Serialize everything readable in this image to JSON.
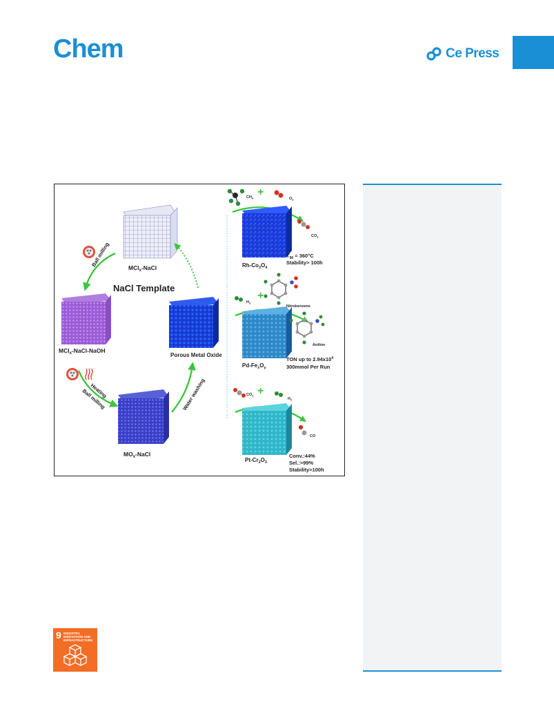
{
  "journal": {
    "name": "Chem"
  },
  "publisher": {
    "name": "Ce  Press"
  },
  "figure": {
    "center_title": "NaCl Template",
    "cycle_labels": {
      "precursor_top": "MCl",
      "precursor_top_sub": "x",
      "precursor_top_suffix": "-NaCl",
      "precursor_left": "MCl",
      "precursor_left_sub": "x",
      "precursor_left_suffix": "-NaCl-NaOH",
      "bottom": "MO",
      "bottom_sub": "x",
      "bottom_suffix": "-NaCl",
      "right": "Porous Metal Oxide"
    },
    "steps": {
      "ball_milling_1": "Ball milling",
      "ball_milling_2": "Ball milling",
      "heating": "Heating",
      "water_washing": "Water washing"
    },
    "reactions": [
      {
        "reactant_1": "CH",
        "reactant_1_sub": "4",
        "reactant_2": "O",
        "reactant_2_sub": "2",
        "product": "CO",
        "product_sub": "2",
        "catalyst": "Rh-Co",
        "catalyst_sub1": "3",
        "catalyst_mid": "O",
        "catalyst_sub2": "4",
        "result_1_prefix": "T",
        "result_1_sub": "90",
        "result_1_suffix": " = 360°C",
        "result_2": "Stability> 100h"
      },
      {
        "reactant_1": "H",
        "reactant_1_sub": "2",
        "reactant_2": "Nitrobenzene",
        "product": "Aniline",
        "catalyst": "Pd-Fe",
        "catalyst_sub1": "x",
        "catalyst_mid": "O",
        "catalyst_sub2": "y",
        "result_1_prefix": "TON up to 2.94x10",
        "result_1_sup": "4",
        "result_2": "300mmol Per Run"
      },
      {
        "reactant_1": "CO",
        "reactant_1_sub": "2",
        "reactant_2": "H",
        "reactant_2_sub": "2",
        "product": "CO",
        "catalyst": "Pt-Cr",
        "catalyst_sub1": "2",
        "catalyst_mid": "O",
        "catalyst_sub2": "3",
        "result_1": "Conv.:44%",
        "result_2": "Sel.:>99%",
        "result_3": "Stability>100h"
      }
    ],
    "plus": "+"
  },
  "sdg": {
    "number": "9",
    "text": "Industry, innovation and infrastructure",
    "color": "#f36d25"
  },
  "colors": {
    "brand_blue": "#1a8fd6",
    "arrow_green": "#3cc63c",
    "sidebar_bg": "#f2f3f5"
  }
}
